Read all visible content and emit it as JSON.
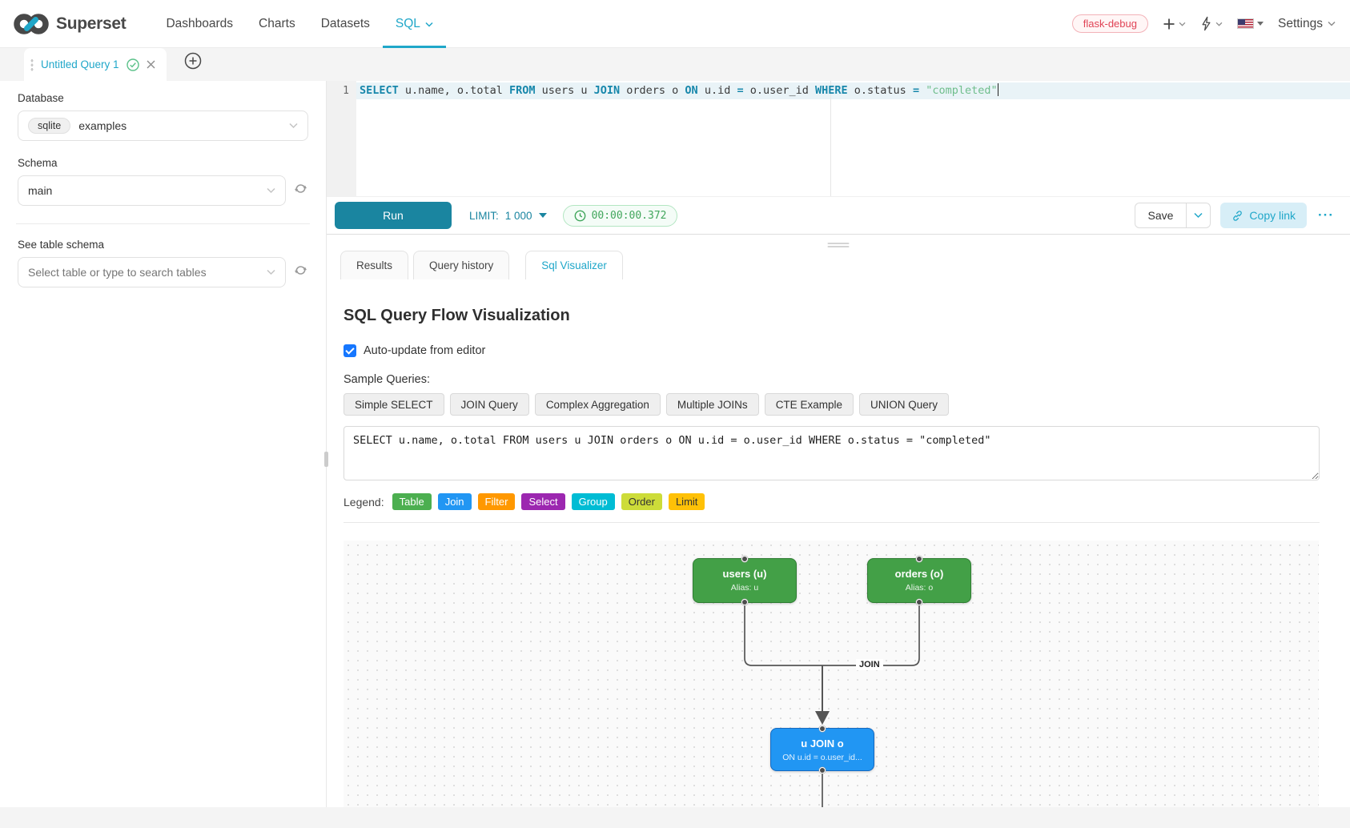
{
  "nav": {
    "brand": "Superset",
    "items": [
      {
        "label": "Dashboards"
      },
      {
        "label": "Charts"
      },
      {
        "label": "Datasets"
      },
      {
        "label": "SQL"
      }
    ],
    "right": {
      "env_badge": "flask-debug",
      "settings_label": "Settings"
    }
  },
  "query_tabs": {
    "active_tab": "Untitled Query 1"
  },
  "sidebar": {
    "database_label": "Database",
    "database_engine": "sqlite",
    "database_value": "examples",
    "schema_label": "Schema",
    "schema_value": "main",
    "table_label": "See table schema",
    "table_placeholder": "Select table or type to search tables"
  },
  "editor": {
    "line_number": "1",
    "tokens": [
      {
        "t": "SELECT"
      },
      {
        "t": " u.name, o.total "
      },
      {
        "t": "FROM"
      },
      {
        "t": " users u "
      },
      {
        "t": "JOIN"
      },
      {
        "t": " orders o "
      },
      {
        "t": "ON"
      },
      {
        "t": " u.id "
      },
      {
        "t": "="
      },
      {
        "t": " o.user_id "
      },
      {
        "t": "WHERE"
      },
      {
        "t": " o.status "
      },
      {
        "t": "="
      },
      {
        "t": " "
      },
      {
        "t": "\"completed\""
      }
    ]
  },
  "toolbar": {
    "run_label": "Run",
    "limit_label": "LIMIT:",
    "limit_value": "1 000",
    "timer": "00:00:00.372",
    "save_label": "Save",
    "copy_link_label": "Copy link",
    "more_label": "···"
  },
  "south_tabs": [
    {
      "label": "Results"
    },
    {
      "label": "Query history"
    },
    {
      "label": "Sql Visualizer"
    }
  ],
  "visualizer": {
    "title": "SQL Query Flow Visualization",
    "auto_update_label": "Auto-update from editor",
    "auto_update_checked": true,
    "sample_queries_label": "Sample Queries:",
    "sample_queries": [
      "Simple SELECT",
      "JOIN Query",
      "Complex Aggregation",
      "Multiple JOINs",
      "CTE Example",
      "UNION Query"
    ],
    "query_text": "SELECT u.name, o.total FROM users u JOIN orders o ON u.id = o.user_id WHERE o.status = \"completed\"",
    "legend_label": "Legend:",
    "legend": [
      {
        "label": "Table",
        "color": "#4CAF50"
      },
      {
        "label": "Join",
        "color": "#2196F3"
      },
      {
        "label": "Filter",
        "color": "#FF9800"
      },
      {
        "label": "Select",
        "color": "#9C27B0"
      },
      {
        "label": "Group",
        "color": "#00BCD4"
      },
      {
        "label": "Order",
        "color": "#CDDC39"
      },
      {
        "label": "Limit",
        "color": "#FFC107"
      }
    ],
    "flow": {
      "nodes": [
        {
          "title": "users (u)",
          "subtitle": "Alias: u",
          "color": "#43a047"
        },
        {
          "title": "orders (o)",
          "subtitle": "Alias: o",
          "color": "#43a047"
        },
        {
          "title": "u JOIN o",
          "subtitle": "ON u.id = o.user_id...",
          "color": "#2196f3"
        }
      ],
      "edge_label": "JOIN",
      "edge_color": "#555555"
    }
  },
  "colors": {
    "primary": "#20a7c9",
    "run_button": "#1a85a0",
    "timer_green": "#41a65c",
    "badge_red": "#e04355"
  }
}
